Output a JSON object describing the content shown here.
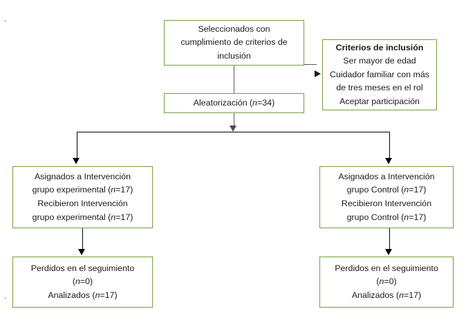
{
  "diagram": {
    "title": "CONSORT flow diagram",
    "accent_color": "#70a040",
    "connector_color": "#000000",
    "nodes": {
      "selection": {
        "name": "Seleccionados con cumplimiento de criterios de inclusion",
        "lines": [
          "Seleccionados con",
          "cumplimiento de criterios de",
          "inclusión"
        ]
      },
      "criteria": {
        "name": "Criterios de inclusion",
        "heading": "Criterios de inclusión",
        "lines": [
          "Ser mayor de edad",
          "Cuidador familiar con más",
          "de tres meses en el rol",
          "Aceptar participación"
        ]
      },
      "randomization": {
        "name": "Aleatorizacion",
        "label_prefix": "Aleatorización (",
        "n_symbol": "n",
        "label_suffix": "=34)",
        "n_value": 34
      },
      "experimental": {
        "name": "Asignados a intervencion grupo experimental",
        "line1_prefix": "Asignados a Intervención",
        "line2_prefix": "grupo experimental (",
        "line2_suffix": "=17)",
        "line3_prefix": "Recibieron Intervención",
        "line4_prefix": "grupo experimental (",
        "line4_suffix": "=17)",
        "n_symbol": "n",
        "assigned_n": 17,
        "received_n": 17
      },
      "control": {
        "name": "Asignados a intervencion grupo control",
        "line1_prefix": "Asignados a Intervención",
        "line2_prefix": "grupo Control (",
        "line2_suffix": "=17)",
        "line3_prefix": "Recibieron Intervención",
        "line4_prefix": "grupo Control (",
        "line4_suffix": "=17)",
        "n_symbol": "n",
        "assigned_n": 17,
        "received_n": 17
      },
      "experimental_outcome": {
        "name": "Perdidos y analizados grupo experimental",
        "line1": "Perdidos en el seguimiento",
        "line2_prefix": "(",
        "line2_suffix": "=0)",
        "line3_prefix": "Analizados (",
        "line3_suffix": "=17)",
        "n_symbol": "n",
        "lost_n": 0,
        "analyzed_n": 17
      },
      "control_outcome": {
        "name": "Perdidos y analizados grupo control",
        "line1": "Perdidos en el seguimiento",
        "line2_prefix": "(",
        "line2_suffix": "=0)",
        "line3_prefix": "Analizados (",
        "line3_suffix": "=17)",
        "n_symbol": "n",
        "lost_n": 0,
        "analyzed_n": 17
      }
    },
    "marks": {
      "top_left": ".",
      "bottom_left": "."
    }
  }
}
